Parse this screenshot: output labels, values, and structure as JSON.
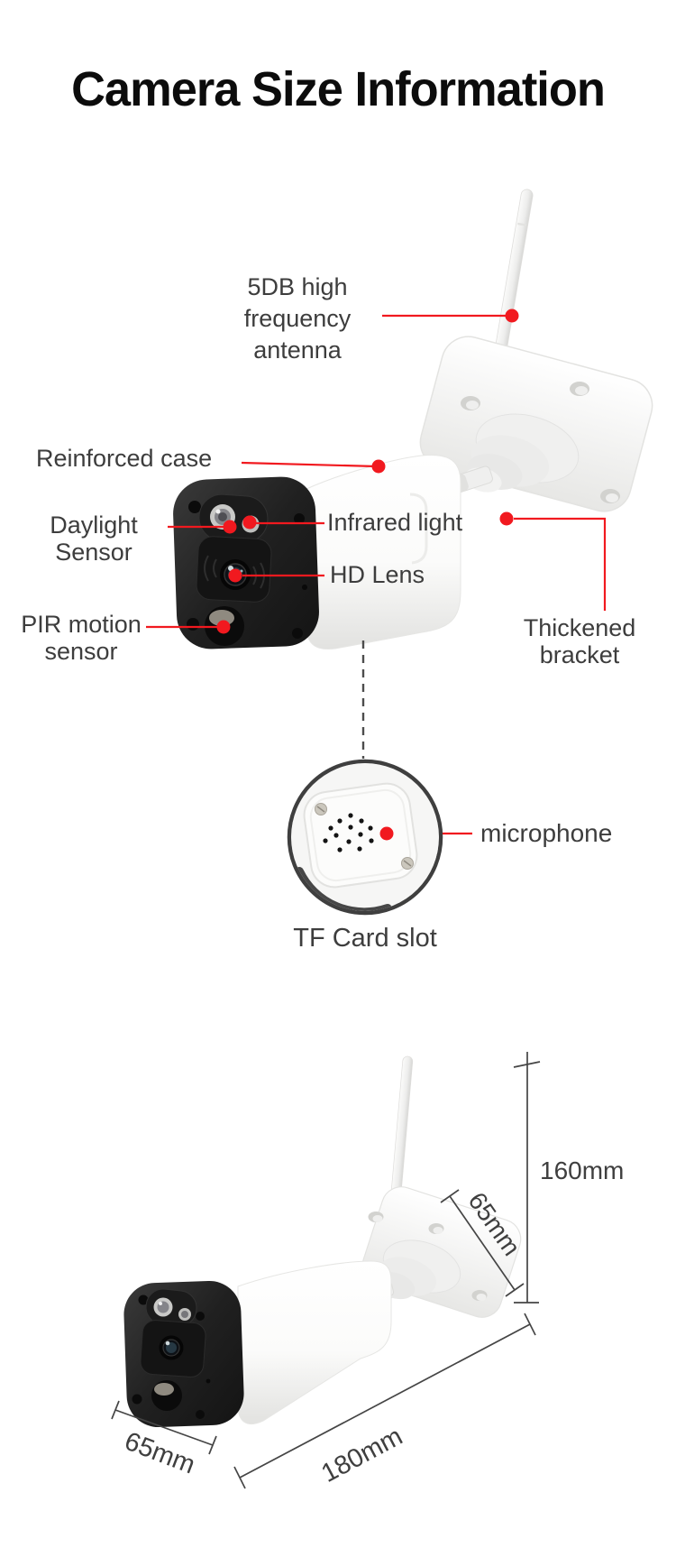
{
  "title": "Camera Size Information",
  "colors": {
    "accent_red": "#f1191f",
    "label_gray": "#3d3d3d",
    "dimension_gray": "#4a4a4a",
    "camera_face_black": "#1a1a1a",
    "background": "#ffffff"
  },
  "callouts": {
    "antenna": {
      "label": "5DB high\nfrequency\nantenna"
    },
    "reinforced_case": {
      "label": "Reinforced case"
    },
    "daylight_sensor": {
      "label": "Daylight\nSensor"
    },
    "infrared_light": {
      "label": "Infrared light"
    },
    "hd_lens": {
      "label": "HD Lens"
    },
    "pir_motion_sensor": {
      "label": "PIR motion\nsensor"
    },
    "thickened_bracket": {
      "label": "Thickened\nbracket"
    },
    "microphone": {
      "label": "microphone"
    }
  },
  "inset": {
    "caption": "TF Card slot"
  },
  "dimensions": {
    "height": "160mm",
    "bracket_width": "65mm",
    "front_width": "65mm",
    "body_length": "180mm"
  }
}
